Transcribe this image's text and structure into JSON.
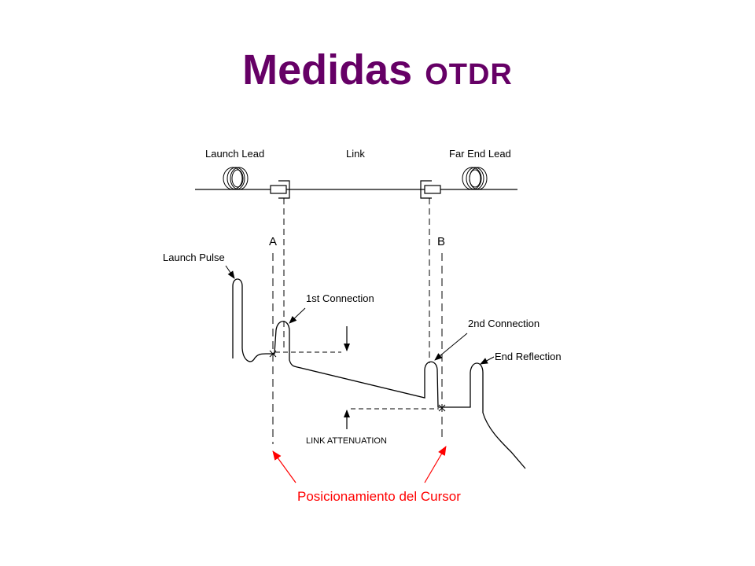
{
  "title": {
    "main": "Medidas",
    "suffix": "OTDR",
    "color": "#660066"
  },
  "diagram": {
    "fiber_labels": {
      "launch_lead": "Launch Lead",
      "link": "Link",
      "far_end_lead": "Far End Lead"
    },
    "cursor_labels": {
      "a": "A",
      "b": "B"
    },
    "trace_labels": {
      "launch_pulse": "Launch Pulse",
      "first_connection": "1st Connection",
      "second_connection": "2nd Connection",
      "end_reflection": "End Reflection",
      "link_attenuation": "LINK ATTENUATION"
    },
    "cursor_note": {
      "text": "Posicionamiento del Cursor",
      "color": "#ff0000"
    }
  }
}
